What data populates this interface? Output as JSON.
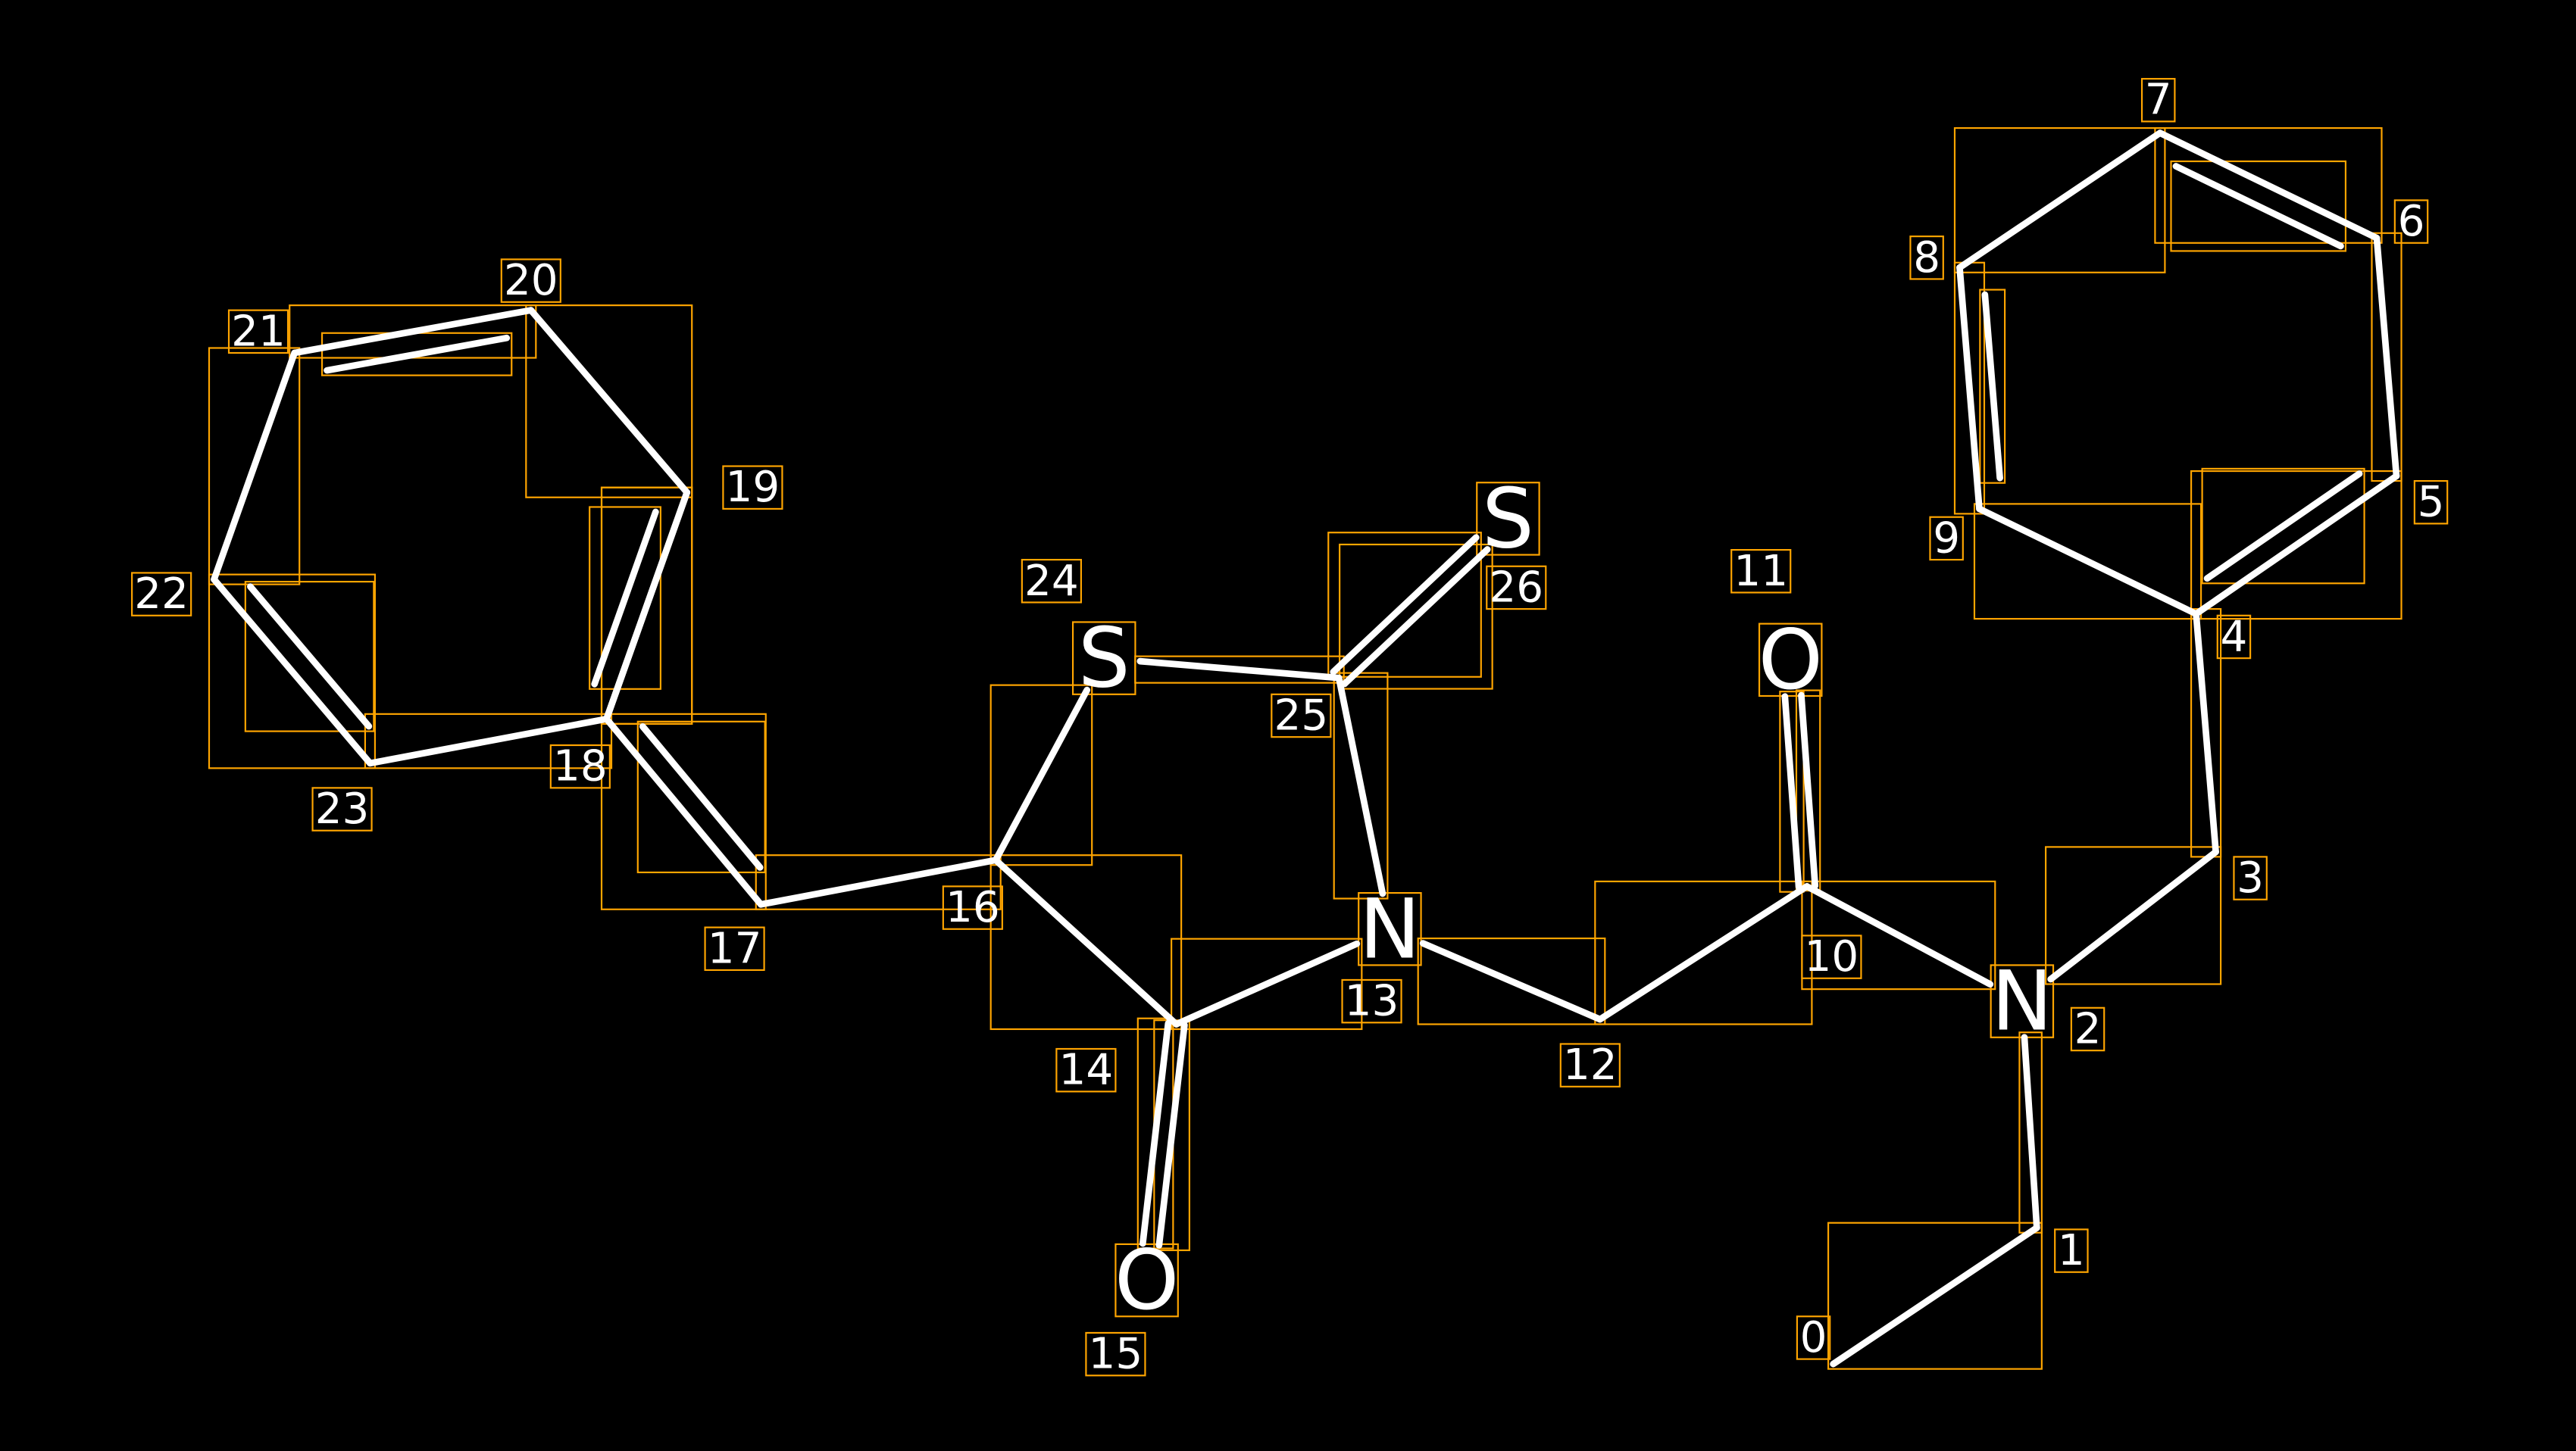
{
  "diagram": {
    "type": "molecule",
    "atoms": [
      {
        "index": "0",
        "element": "C"
      },
      {
        "index": "1",
        "element": "C"
      },
      {
        "index": "2",
        "element": "N"
      },
      {
        "index": "3",
        "element": "C"
      },
      {
        "index": "4",
        "element": "C"
      },
      {
        "index": "5",
        "element": "C"
      },
      {
        "index": "6",
        "element": "C"
      },
      {
        "index": "7",
        "element": "C"
      },
      {
        "index": "8",
        "element": "C"
      },
      {
        "index": "9",
        "element": "C"
      },
      {
        "index": "10",
        "element": "C"
      },
      {
        "index": "11",
        "element": "O"
      },
      {
        "index": "12",
        "element": "C"
      },
      {
        "index": "13",
        "element": "N"
      },
      {
        "index": "14",
        "element": "C"
      },
      {
        "index": "15",
        "element": "O"
      },
      {
        "index": "16",
        "element": "C"
      },
      {
        "index": "17",
        "element": "C"
      },
      {
        "index": "18",
        "element": "C"
      },
      {
        "index": "19",
        "element": "C"
      },
      {
        "index": "20",
        "element": "C"
      },
      {
        "index": "21",
        "element": "C"
      },
      {
        "index": "22",
        "element": "C"
      },
      {
        "index": "23",
        "element": "C"
      },
      {
        "index": "24",
        "element": "S"
      },
      {
        "index": "25",
        "element": "C"
      },
      {
        "index": "26",
        "element": "S"
      }
    ],
    "bonds": [
      [
        0,
        1,
        1
      ],
      [
        1,
        2,
        1
      ],
      [
        2,
        3,
        1
      ],
      [
        3,
        4,
        1
      ],
      [
        4,
        5,
        2
      ],
      [
        5,
        6,
        1
      ],
      [
        6,
        7,
        2
      ],
      [
        7,
        8,
        1
      ],
      [
        8,
        9,
        2
      ],
      [
        9,
        4,
        1
      ],
      [
        2,
        10,
        1
      ],
      [
        10,
        11,
        2
      ],
      [
        10,
        12,
        1
      ],
      [
        12,
        13,
        1
      ],
      [
        13,
        25,
        1
      ],
      [
        25,
        26,
        2
      ],
      [
        25,
        24,
        1
      ],
      [
        24,
        16,
        1
      ],
      [
        16,
        14,
        1
      ],
      [
        14,
        15,
        2
      ],
      [
        14,
        13,
        1
      ],
      [
        16,
        17,
        1
      ],
      [
        17,
        18,
        2
      ],
      [
        18,
        19,
        1
      ],
      [
        19,
        20,
        1
      ],
      [
        20,
        21,
        2
      ],
      [
        21,
        22,
        1
      ],
      [
        22,
        23,
        2
      ],
      [
        23,
        18,
        1
      ],
      [
        18,
        19,
        2
      ]
    ],
    "colors": {
      "background": "#000000",
      "bond": "#ffffff",
      "box": "#ffa500"
    }
  }
}
